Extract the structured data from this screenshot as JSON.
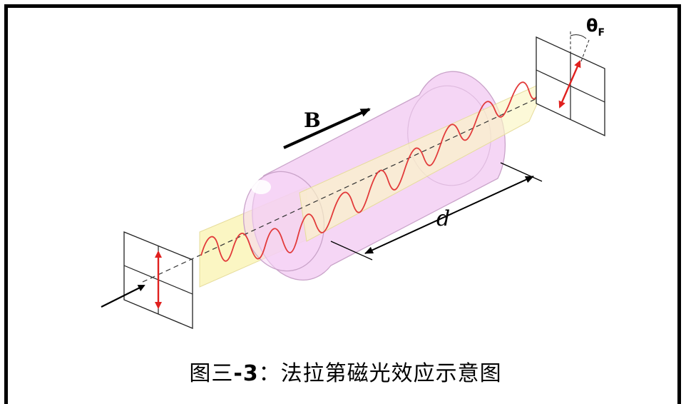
{
  "labels": {
    "magnetic_field": "B",
    "length": "d",
    "rotation_angle": "θ",
    "rotation_angle_subscript": "F"
  },
  "caption": {
    "prefix": "图三",
    "number": "-3",
    "separator": "：",
    "title": "法拉第磁光效应示意图"
  },
  "colors": {
    "wave": "#e23a3a",
    "polarization_arrow": "#e0201e",
    "cylinder_fill": "#f1c8f2",
    "cylinder_stroke": "#c9a3c9",
    "plane_fill": "#fbf6c3",
    "frame_border": "#000000"
  }
}
